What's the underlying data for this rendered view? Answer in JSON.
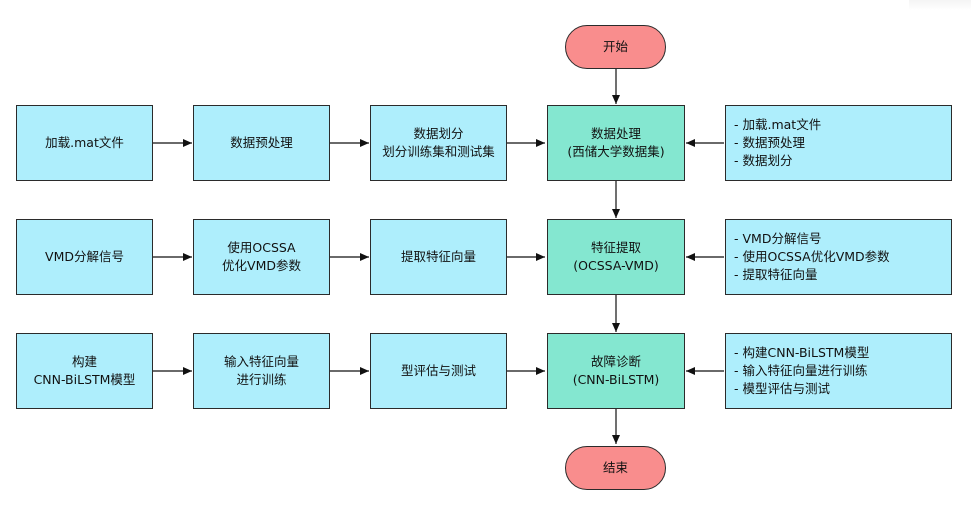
{
  "terminals": {
    "start": "开始",
    "end": "结束"
  },
  "row1": {
    "steps": [
      "加载.mat文件",
      "数据预处理",
      "数据划分",
      "划分训练集和测试集"
    ],
    "center": [
      "数据处理",
      "(西储大学数据集)"
    ],
    "notes": [
      "加载.mat文件",
      "数据预处理",
      "数据划分"
    ]
  },
  "row2": {
    "steps": [
      "VMD分解信号",
      "使用OCSSA",
      "优化VMD参数",
      "提取特征向量"
    ],
    "center": [
      "特征提取",
      "(OCSSA-VMD)"
    ],
    "notes": [
      "VMD分解信号",
      "使用OCSSA优化VMD参数",
      "提取特征向量"
    ]
  },
  "row3": {
    "steps": [
      "构建",
      "CNN-BiLSTM模型",
      "输入特征向量",
      "进行训练",
      "型评估与测试"
    ],
    "center": [
      "故障诊断",
      "(CNN-BiLSTM)"
    ],
    "notes": [
      "构建CNN-BiLSTM模型",
      "输入特征向量进行训练",
      "模型评估与测试"
    ]
  },
  "colors": {
    "step_fill": "#aeeefc",
    "center_fill": "#84e7d0",
    "terminal_fill": "#f98d8d",
    "stroke": "#2b2b2b"
  }
}
